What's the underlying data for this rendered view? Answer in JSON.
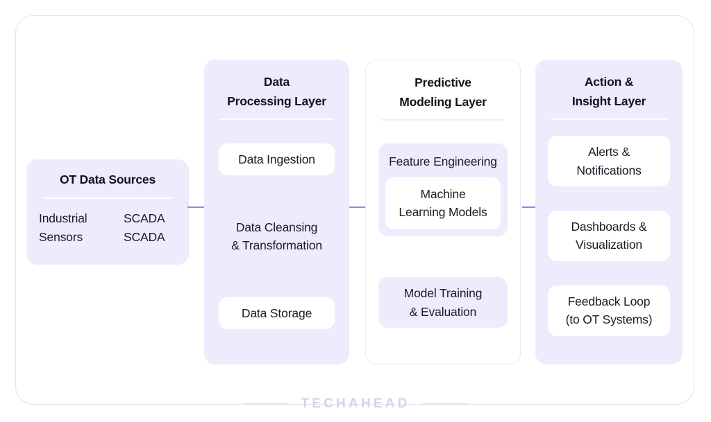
{
  "colors": {
    "lavender_panel": "#eeecfc",
    "white_card": "#ffffff",
    "arrow": "#7b78e8",
    "frame_border": "#e4e2f5",
    "text": "#1b1b26",
    "watermark": "#d6d4e2"
  },
  "frame": {
    "name": "diagram-frame"
  },
  "panels": [
    {
      "id": "ot",
      "title": "OT Data Sources",
      "style": "lavender",
      "sources_left": "Industrial\nSensors",
      "sources_right": "SCADA\nSCADA"
    },
    {
      "id": "processing",
      "title": "Data\nProcessing Layer",
      "style": "lavender",
      "items": [
        {
          "label": "Data Ingestion",
          "style": "white"
        },
        {
          "label": "Data Cleansing\n& Transformation",
          "style": "bare"
        },
        {
          "label": "Data Storage",
          "style": "white"
        }
      ]
    },
    {
      "id": "modeling",
      "title": "Predictive\nModeling Layer",
      "style": "white",
      "feature_group": {
        "label": "Feature Engineering",
        "nested_label": "Machine\nLearning Models"
      },
      "items": [
        {
          "label": "Model Training\n& Evaluation",
          "style": "lavender"
        }
      ]
    },
    {
      "id": "action",
      "title": "Action &\nInsight Layer",
      "style": "lavender",
      "items": [
        {
          "label": "Alerts &\nNotifications",
          "style": "white"
        },
        {
          "label": "Dashboards &\nVisualization",
          "style": "white"
        },
        {
          "label": "Feedback Loop\n(to OT Systems)",
          "style": "white"
        }
      ]
    }
  ],
  "arrows": [
    {
      "name": "arrow-ot-to-processing"
    },
    {
      "name": "arrow-processing-to-modeling"
    },
    {
      "name": "arrow-modeling-to-action"
    }
  ],
  "footer": {
    "watermark": "TECHAHEAD"
  }
}
